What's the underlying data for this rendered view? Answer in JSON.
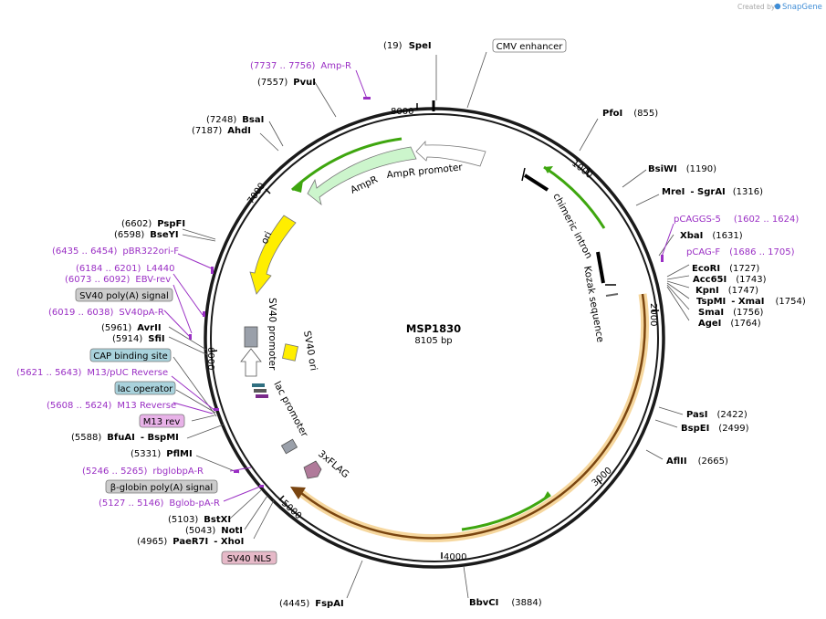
{
  "credit": {
    "prefix": "Created by",
    "brand": "SnapGene"
  },
  "plasmid": {
    "name": "MSP1830",
    "length": "8105 bp"
  },
  "ticks": [
    "1000",
    "2000",
    "3000",
    "4000",
    "5000",
    "6000",
    "7000",
    "8000"
  ],
  "sites": {
    "SpeI": {
      "pos": "(19)",
      "name": "SpeI"
    },
    "PfoI": {
      "name": "PfoI",
      "pos": "(855)"
    },
    "BsiWI": {
      "name": "BsiWI",
      "pos": "(1190)"
    },
    "MreI": {
      "name": "MreI",
      "sep": "- SgrAI",
      "pos": "(1316)"
    },
    "XbaI": {
      "name": "XbaI",
      "pos": "(1631)"
    },
    "EcoRI": {
      "name": "EcoRI",
      "pos": "(1727)"
    },
    "Acc65I": {
      "name": "Acc65I",
      "pos": "(1743)"
    },
    "KpnI": {
      "name": "KpnI",
      "pos": "(1747)"
    },
    "TspMI": {
      "name": "TspMI",
      "sep": "- XmaI",
      "pos": "(1754)"
    },
    "SmaI": {
      "name": "SmaI",
      "pos": "(1756)"
    },
    "AgeI": {
      "name": "AgeI",
      "pos": "(1764)"
    },
    "PasI": {
      "name": "PasI",
      "pos": "(2422)"
    },
    "BspEI": {
      "name": "BspEI",
      "pos": "(2499)"
    },
    "AflII": {
      "name": "AflII",
      "pos": "(2665)"
    },
    "BbvCI": {
      "name": "BbvCI",
      "pos": "(3884)"
    },
    "FspAI": {
      "pos": "(4445)",
      "name": "FspAI"
    },
    "PaeR7I": {
      "pos": "(4965)",
      "name": "PaeR7I",
      "sep": "- XhoI"
    },
    "NotI": {
      "pos": "(5043)",
      "name": "NotI"
    },
    "BstXI": {
      "pos": "(5103)",
      "name": "BstXI"
    },
    "PflMI": {
      "pos": "(5331)",
      "name": "PflMI"
    },
    "BfuAI": {
      "pos": "(5588)",
      "name": "BfuAI",
      "sep": "- BspMI"
    },
    "SfiI": {
      "pos": "(5914)",
      "name": "SfiI"
    },
    "AvrII": {
      "pos": "(5961)",
      "name": "AvrII"
    },
    "BseYI": {
      "pos": "(6598)",
      "name": "BseYI"
    },
    "PspFI": {
      "pos": "(6602)",
      "name": "PspFI"
    },
    "AhdI": {
      "pos": "(7187)",
      "name": "AhdI"
    },
    "BsaI": {
      "pos": "(7248)",
      "name": "BsaI"
    },
    "PvuI": {
      "pos": "(7557)",
      "name": "PvuI"
    }
  },
  "primers": {
    "AmpR": {
      "pos": "(7737 .. 7756)",
      "name": "Amp-R"
    },
    "pCAGGS5": {
      "name": "pCAGGS-5",
      "pos": "(1602 .. 1624)"
    },
    "pCAGF": {
      "name": "pCAG-F",
      "pos": "(1686 .. 1705)"
    },
    "pBR322ori": {
      "pos": "(6435 .. 6454)",
      "name": "pBR322ori-F"
    },
    "L4440": {
      "pos": "(6184 .. 6201)",
      "name": "L4440"
    },
    "EBVrev": {
      "pos": "(6073 .. 6092)",
      "name": "EBV-rev"
    },
    "SV40pAR": {
      "pos": "(6019 .. 6038)",
      "name": "SV40pA-R"
    },
    "M13pUC": {
      "pos": "(5621 .. 5643)",
      "name": "M13/pUC Reverse"
    },
    "M13Rev": {
      "pos": "(5608 .. 5624)",
      "name": "M13 Reverse"
    },
    "rbglobpA": {
      "pos": "(5246 .. 5265)",
      "name": "rbglobpA-R"
    },
    "BglobpA": {
      "pos": "(5127 .. 5146)",
      "name": "Bglob-pA-R"
    }
  },
  "boxed": {
    "cmv": "CMV enhancer",
    "sv40polyA": "SV40 poly(A) signal",
    "cap": "CAP binding site",
    "lacop": "lac operator",
    "m13rev": "M13 rev",
    "bglobin": "β-globin poly(A) signal",
    "sv40nls": "SV40 NLS"
  },
  "features": {
    "chimericIntron": "chimeric intron",
    "kozak": "Kozak sequence",
    "ampr": "AmpR",
    "amprPromoter": "AmpR promoter",
    "ori": "ori",
    "sv40Promoter": "SV40 promoter",
    "sv40Ori": "SV40 ori",
    "lacPromoter": "lac promoter",
    "flag": "3xFLAG"
  },
  "colors": {
    "backbone": "#1a1a1a",
    "primer": "#9a2fc4",
    "promoter": "#ffffff",
    "ampr": "#ccf5cc",
    "ori": "#ffee00",
    "orf_halo": "#f6d79e",
    "orf": "#7a4510",
    "green_primer": "#3ea60f",
    "cap_box": "#a9d2dc",
    "m13_box": "#e8b2e8",
    "grey_box": "#cccccc",
    "nls_box": "#e6b9c8"
  }
}
